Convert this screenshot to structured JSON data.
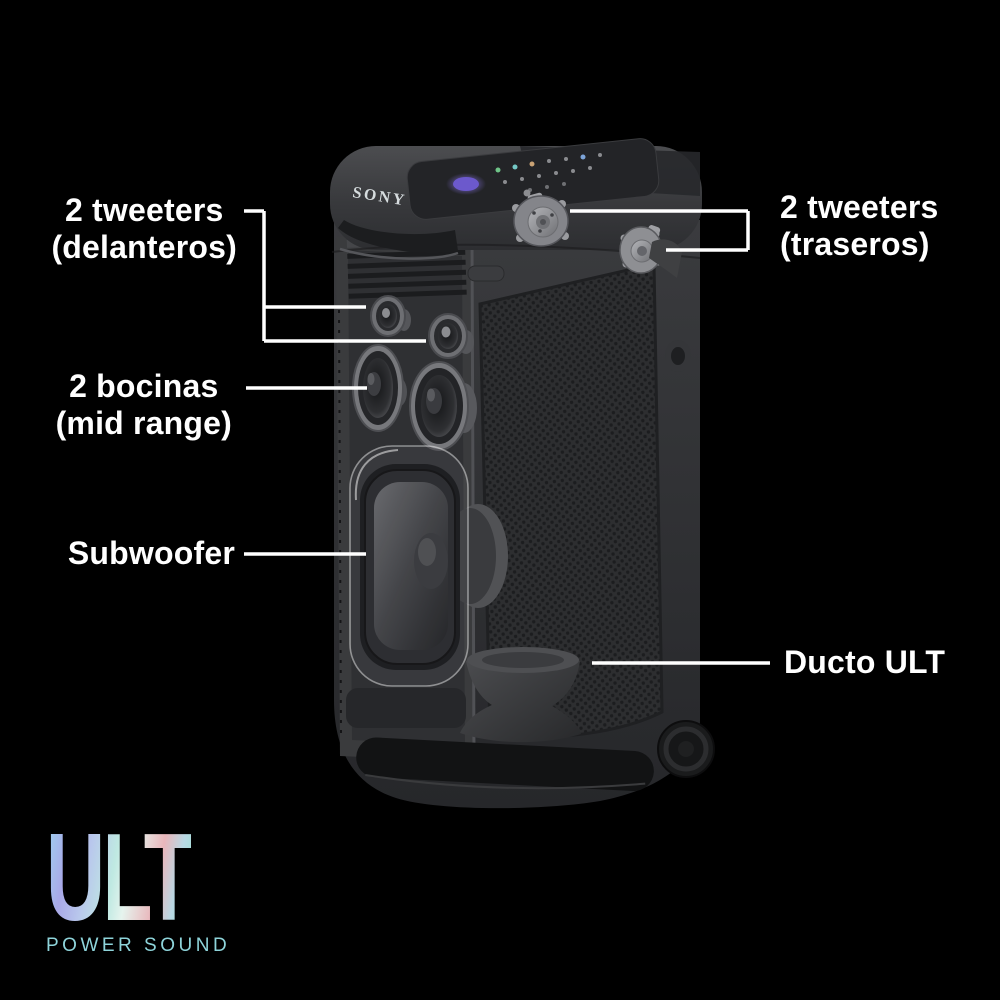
{
  "background_color": "#000000",
  "label_color": "#ffffff",
  "speaker": {
    "brand": "SONY"
  },
  "callouts": {
    "front_tweeters": {
      "line1": "2 tweeters",
      "line2": "(delanteros)"
    },
    "rear_tweeters": {
      "line1": "2 tweeters",
      "line2": "(traseros)"
    },
    "mid_range": {
      "line1": "2 bocinas",
      "line2": "(mid range)"
    },
    "subwoofer": {
      "line1": "Subwoofer"
    },
    "ult_duct": {
      "line1": "Ducto ULT"
    }
  },
  "logo": {
    "title": "ULT",
    "subtitle": "POWER SOUND",
    "subtitle_color": "#8ed4da",
    "gradient": [
      "#9ed3f0",
      "#a9a9e8",
      "#b9c8ec",
      "#bfe9e2",
      "#e9b6bb",
      "#90e6cb"
    ]
  }
}
